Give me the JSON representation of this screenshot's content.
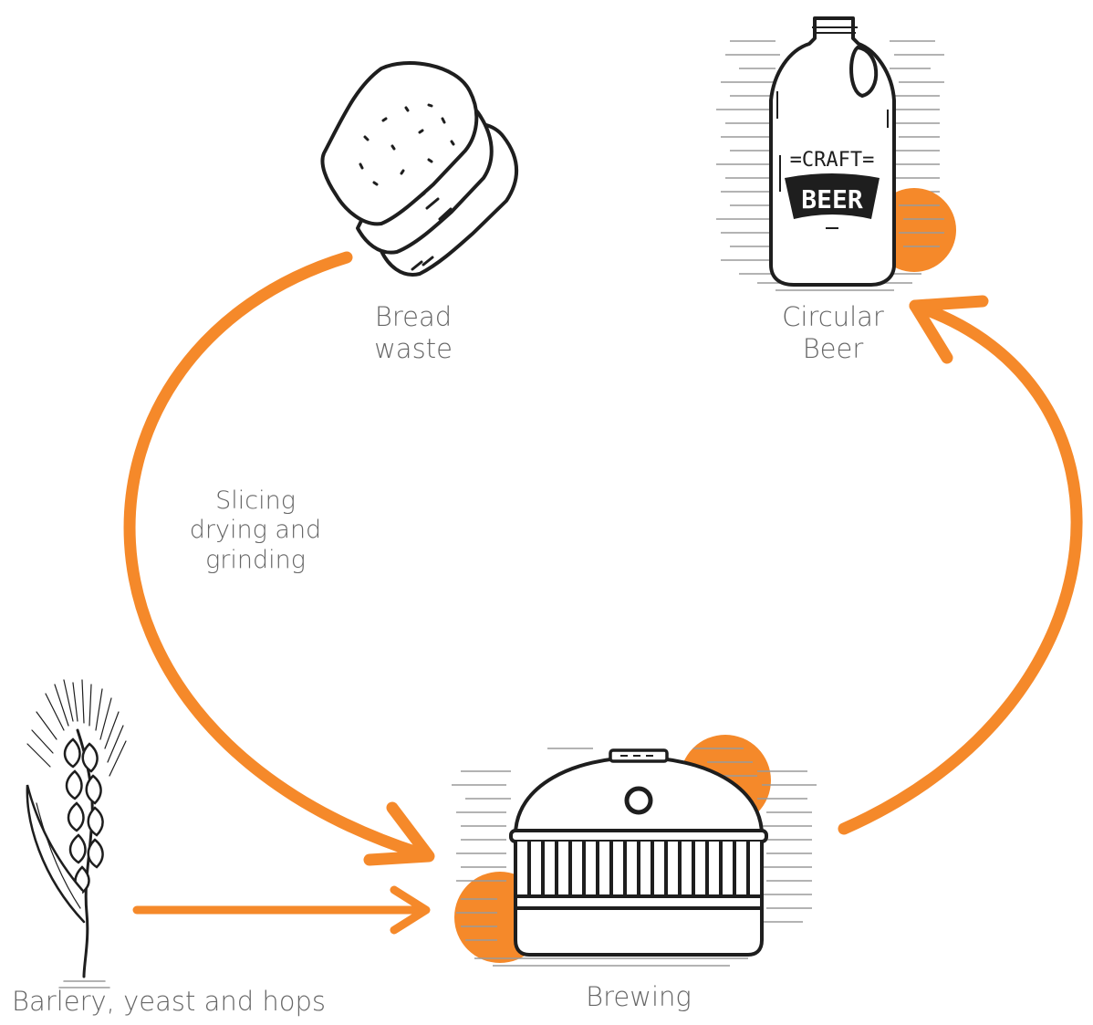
{
  "colors": {
    "arrow": "#f5892a",
    "accent_circle": "#f5892a",
    "ink": "#1e1e1e",
    "text": "#666666"
  },
  "nodes": {
    "bread": {
      "line1": "Bread",
      "line2": "waste",
      "icon": "bread-slices-icon"
    },
    "beer": {
      "line1": "Circular",
      "line2": "Beer",
      "icon": "beer-growler-icon",
      "bottle_top_text": "=CRAFT=",
      "bottle_banner_text": "BEER"
    },
    "brewing": {
      "label": "Brewing",
      "icon": "brewing-kettle-icon"
    },
    "barley": {
      "label": "Barlery, yeast and hops",
      "icon": "barley-ear-icon"
    }
  },
  "edges": {
    "process": {
      "line1": "Slicing",
      "line2": "drying and",
      "line3": "grinding"
    }
  }
}
